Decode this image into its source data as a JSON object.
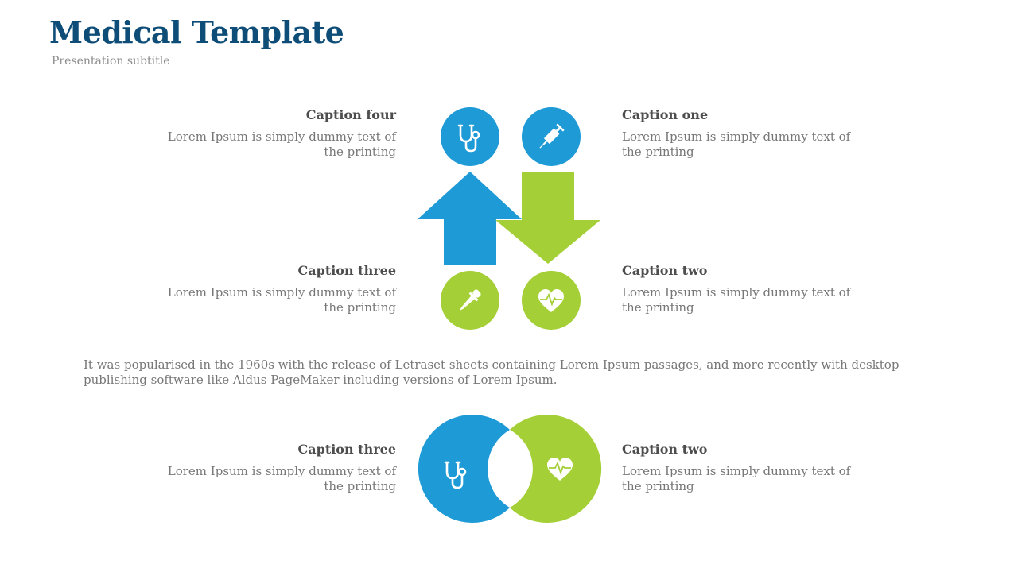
{
  "header": {
    "title": "Medical Template",
    "subtitle": "Presentation subtitle"
  },
  "colors": {
    "blue": "#1e9ad6",
    "green": "#a4cf36",
    "title": "#0d4d77"
  },
  "top_diagram": {
    "captions": [
      {
        "id": "four",
        "title": "Caption four",
        "text": "Lorem Ipsum is simply dummy text of the printing",
        "icon": "stethoscope-icon",
        "color": "blue"
      },
      {
        "id": "one",
        "title": "Caption one",
        "text": "Lorem Ipsum is simply dummy text of the printing",
        "icon": "syringe-icon",
        "color": "blue"
      },
      {
        "id": "three",
        "title": "Caption three",
        "text": "Lorem Ipsum is simply dummy text of the printing",
        "icon": "dropper-icon",
        "color": "green"
      },
      {
        "id": "two",
        "title": "Caption two",
        "text": "Lorem Ipsum is simply dummy text of the printing",
        "icon": "heart-pulse-icon",
        "color": "green"
      }
    ]
  },
  "paragraph": "It was popularised in the 1960s with the release of Letraset sheets containing Lorem Ipsum passages, and more recently with desktop publishing software like Aldus PageMaker including versions of Lorem Ipsum.",
  "bottom_diagram": {
    "left": {
      "title": "Caption three",
      "text": "Lorem Ipsum is simply dummy text of the printing",
      "icon": "stethoscope-icon",
      "color": "blue"
    },
    "right": {
      "title": "Caption two",
      "text": "Lorem Ipsum is simply dummy text of the printing",
      "icon": "heart-pulse-icon",
      "color": "green"
    }
  }
}
